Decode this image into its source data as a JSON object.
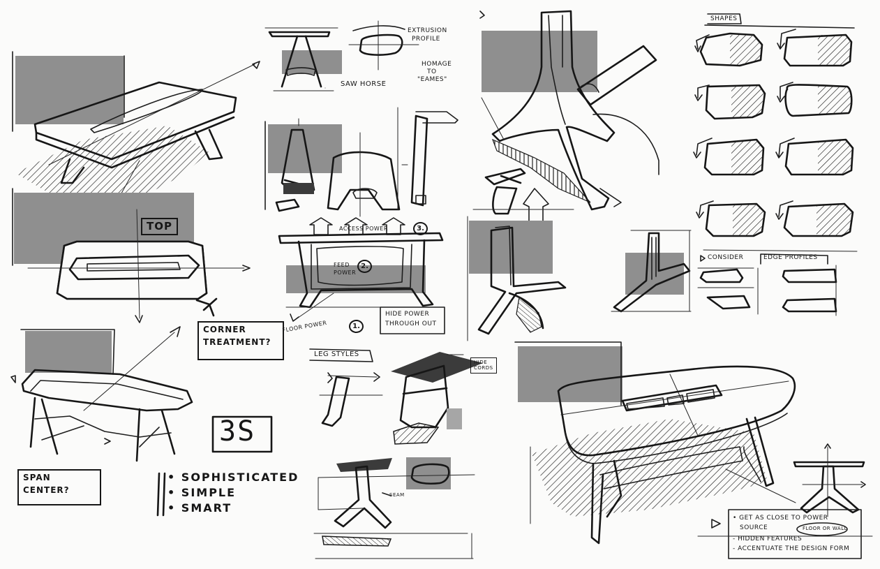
{
  "labels": {
    "top": "TOP",
    "corner_treatment_1": "CORNER",
    "corner_treatment_2": "TREATMENT?",
    "span_center_1": "SPAN",
    "span_center_2": "CENTER?",
    "three_s": "3S",
    "bullet_1": "SOPHISTICATED",
    "bullet_2": "SIMPLE",
    "bullet_3": "SMART",
    "extrusion_profile_1": "EXTRUSION",
    "extrusion_profile_2": "PROFILE",
    "homage_1": "HOMAGE",
    "homage_2": "TO",
    "homage_3": "\"EAMES\"",
    "saw_horse": "SAW HORSE",
    "access_power": "ACCESS POWER",
    "feed_power_1": "FEED",
    "feed_power_2": "POWER",
    "floor_power": "FLOOR POWER",
    "hide_power_1": "HIDE POWER",
    "hide_power_2": "THROUGH OUT",
    "leg_styles": "LEG STYLES",
    "hide_cords_1": "HIDE",
    "hide_cords_2": "CORDS",
    "seam": "SEAM",
    "shapes": "SHAPES",
    "consider": "CONSIDER",
    "edge_profiles": "EDGE PROFILES",
    "note_1a": "GET AS CLOSE TO POWER",
    "note_1b": "SOURCE",
    "note_1c": "FLOOR OR WALL",
    "note_2": "HIDDEN FEATURES",
    "note_3": "ACCENTUATE THE DESIGN FORM"
  },
  "callout_numbers": {
    "floor_power": "1.",
    "feed_power": "2.",
    "access_power": "3."
  },
  "colors": {
    "ink": "#161616",
    "marker_grey": "#8f8f8f",
    "paper": "#fbfbfa"
  }
}
